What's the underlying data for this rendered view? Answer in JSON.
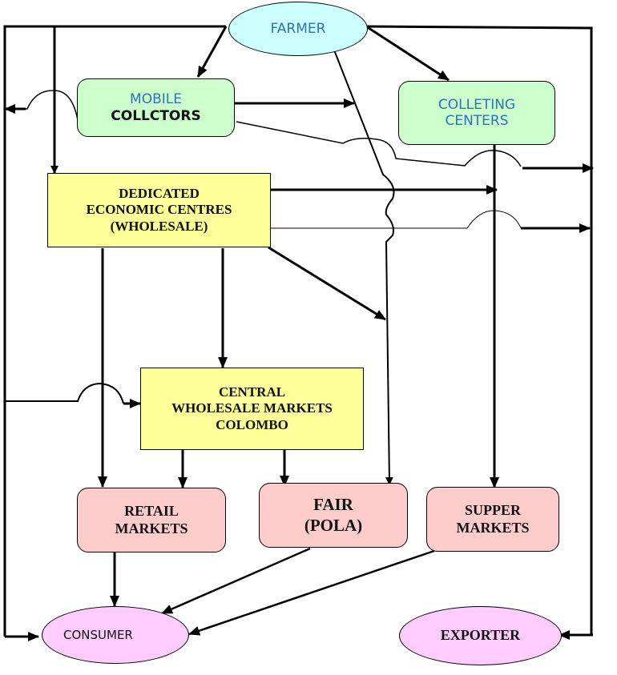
{
  "colors": {
    "farmer_fill": "#ccffff",
    "collector_fill": "#ccffcc",
    "wholesale_fill": "#ffff99",
    "market_fill": "#ffcccc",
    "endpoint_fill": "#ffccff",
    "blue_text": "#2e74b5",
    "line": "#000000"
  },
  "nodes": {
    "farmer": {
      "lines": [
        "FARMER"
      ]
    },
    "mobile_collectors": {
      "lines": [
        "MOBILE",
        "COLLCTORS"
      ]
    },
    "collecting_centers": {
      "lines": [
        "COLLETING",
        "CENTERS"
      ]
    },
    "dedicated_economic_centres": {
      "lines": [
        "DEDICATED",
        "ECONOMIC CENTRES",
        "(WHOLESALE)"
      ]
    },
    "central_wholesale_markets": {
      "lines": [
        "CENTRAL",
        "WHOLESALE MARKETS",
        "COLOMBO"
      ]
    },
    "retail_markets": {
      "lines": [
        "RETAIL",
        "MARKETS"
      ]
    },
    "fair": {
      "lines": [
        "FAIR",
        "(POLA)"
      ]
    },
    "super_markets": {
      "lines": [
        "SUPPER",
        "MARKETS"
      ]
    },
    "consumer": {
      "lines": [
        "CONSUMER"
      ]
    },
    "exporter": {
      "lines": [
        "EXPORTER"
      ]
    }
  },
  "edges": [
    {
      "from": "farmer",
      "to": "mobile_collectors"
    },
    {
      "from": "farmer",
      "to": "collecting_centers"
    },
    {
      "from": "farmer",
      "to": "dedicated_economic_centres"
    },
    {
      "from": "farmer",
      "to": "consumer"
    },
    {
      "from": "farmer",
      "to": "exporter"
    },
    {
      "from": "farmer",
      "to": "fair"
    },
    {
      "from": "mobile_collectors",
      "to": "collecting_centers"
    },
    {
      "from": "mobile_collectors",
      "to": "consumer"
    },
    {
      "from": "mobile_collectors",
      "to": "exporter"
    },
    {
      "from": "dedicated_economic_centres",
      "to": "super_markets"
    },
    {
      "from": "dedicated_economic_centres",
      "to": "exporter"
    },
    {
      "from": "dedicated_economic_centres",
      "to": "fair"
    },
    {
      "from": "dedicated_economic_centres",
      "to": "central_wholesale_markets"
    },
    {
      "from": "dedicated_economic_centres",
      "to": "retail_markets"
    },
    {
      "from": "consumer",
      "to": "central_wholesale_markets"
    },
    {
      "from": "central_wholesale_markets",
      "to": "retail_markets"
    },
    {
      "from": "central_wholesale_markets",
      "to": "fair"
    },
    {
      "from": "collecting_centers",
      "to": "super_markets"
    },
    {
      "from": "retail_markets",
      "to": "consumer"
    },
    {
      "from": "fair",
      "to": "consumer"
    },
    {
      "from": "super_markets",
      "to": "consumer"
    }
  ]
}
